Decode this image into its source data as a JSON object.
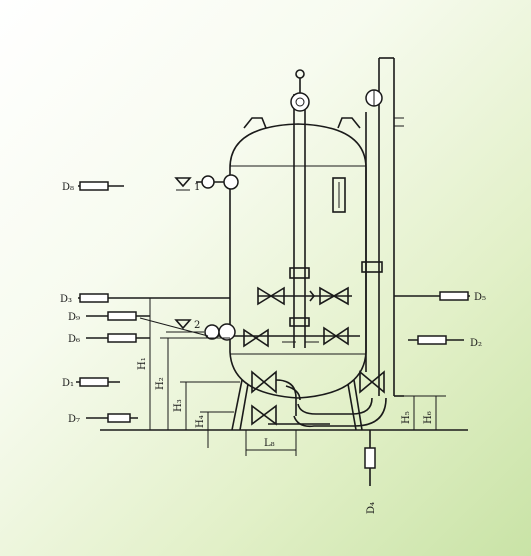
{
  "labels": {
    "d1": "D₁",
    "d2": "D₂",
    "d3": "D₃",
    "d4": "D₄",
    "d5": "D₅",
    "d6": "D₆",
    "d7": "D₇",
    "d8": "D₈",
    "d9": "D₉",
    "h1": "H₁",
    "h2": "H₂",
    "h3": "H₃",
    "h4": "H₄",
    "h5": "H₅",
    "h6": "H₆",
    "l8": "L₈",
    "level1": "1",
    "level2": "2"
  },
  "colors": {
    "line": "#1a1a1a",
    "bg_light": "#ffffff",
    "bg_green": "#c9e3a6"
  }
}
